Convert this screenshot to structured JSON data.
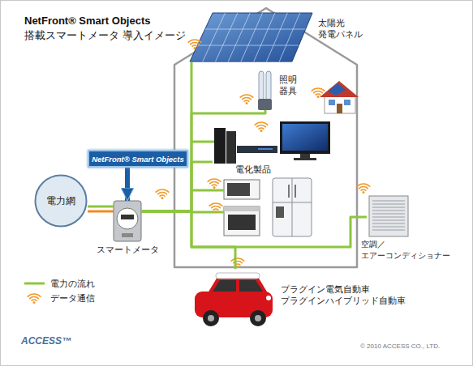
{
  "diagram": {
    "title": "NetFront® Smart Objects 搭載スマートメータ 導入イメージ",
    "nodes": [
      {
        "text": [
          "太陽光 発電パネル"
        ]
      },
      {
        "text": [
          "照明 器具"
        ]
      },
      {
        "text": [
          "電化製品"
        ]
      },
      {
        "text": [
          "NetFront® Smart Objects"
        ]
      },
      {
        "text": [
          "電力網"
        ]
      },
      {
        "text": [
          "スマートメータ"
        ]
      },
      {
        "text": [
          "空調／ エアーコンディショナー"
        ]
      },
      {
        "text": [
          "プラグイン電気自動車 プラグインハイブリッド自動車"
        ]
      }
    ],
    "edges": [
      {
        "from": 4,
        "to": 5,
        "arrow": "none"
      },
      {
        "from": 4,
        "to": 5,
        "arrow": "none"
      },
      {
        "from": 3,
        "to": 5,
        "arrow": "to"
      },
      {
        "from": 5,
        "to": 0,
        "arrow": "none"
      },
      {
        "from": 5,
        "to": 1,
        "arrow": "none"
      },
      {
        "from": 5,
        "to": 2,
        "arrow": "none"
      },
      {
        "from": 5,
        "to": 6,
        "arrow": "none"
      },
      {
        "from": 5,
        "to": 7,
        "arrow": "none"
      }
    ],
    "labels": [
      "ACCESS™",
      "© 2010 ACCESS CO., LTD."
    ],
    "legend": [
      {
        "text": "電力の流れ"
      },
      {
        "text": "データ通信"
      }
    ]
  }
}
